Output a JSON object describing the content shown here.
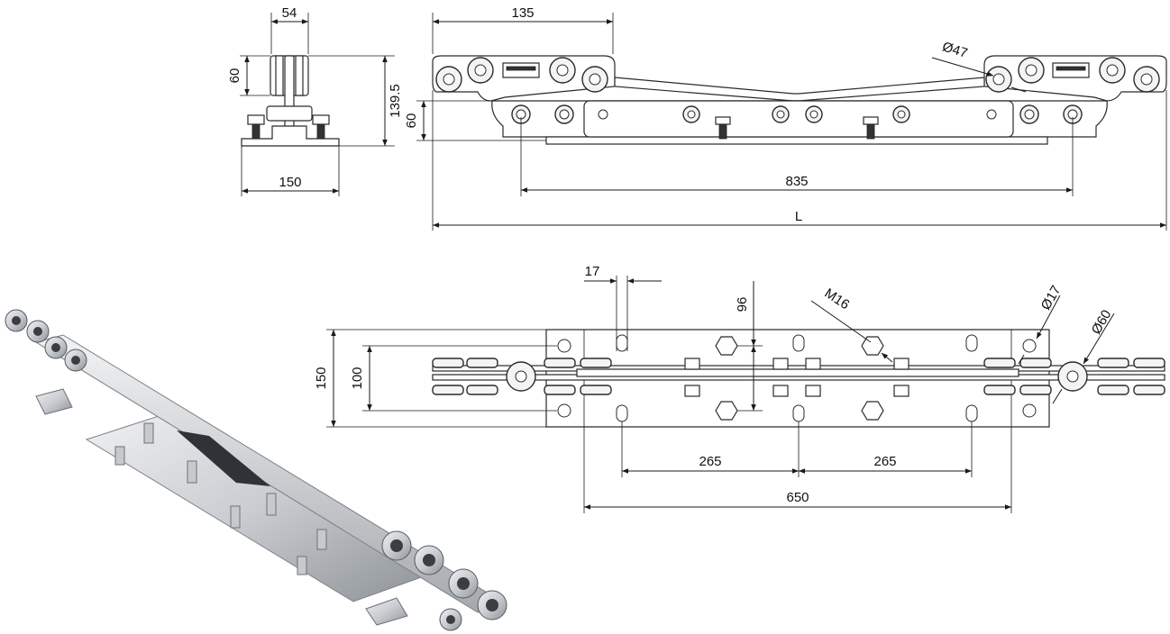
{
  "side_view": {
    "dim_width_top": "54",
    "dim_wheel_height": "60",
    "dim_total_height": "139.5",
    "dim_base_width": "150"
  },
  "front_view": {
    "dim_bogie_length": "135",
    "dim_wheel_diameter": "Ø47",
    "dim_plate_height": "60",
    "dim_wheel_spacing": "835",
    "dim_overall_length": "L"
  },
  "top_view": {
    "dim_slot_width": "17",
    "dim_hole_spacing_vertical": "96",
    "dim_bolt_size": "M16",
    "dim_hole_diameter": "Ø17",
    "dim_wheel_outer_diameter": "Ø60",
    "dim_plate_width": "150",
    "dim_hole_row_spacing": "100",
    "dim_slot_spacing_left": "265",
    "dim_slot_spacing_right": "265",
    "dim_plate_length": "650"
  },
  "colors": {
    "line": "#1a1a1a",
    "metal_light": "#d9dcdf",
    "metal_dark": "#8a8f94"
  }
}
